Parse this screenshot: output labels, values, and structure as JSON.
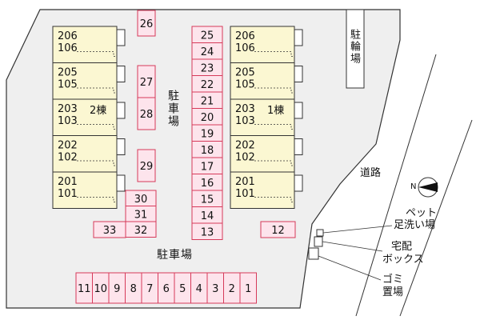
{
  "labels": {
    "parking_center": "駐車場",
    "parking_bottom": "駐車場",
    "bicycle": "駐輪場",
    "road": "道路",
    "pet": "ペット足洗い場",
    "pet_line1": "ペット",
    "pet_line2": "足洗い場",
    "delivery_line1": "宅配",
    "delivery_line2": "ボックス",
    "trash_line1": "ゴミ",
    "trash_line2": "置場",
    "compass_n": "N"
  },
  "buildings": {
    "left": {
      "name": "2棟",
      "rows": [
        [
          "206",
          "106"
        ],
        [
          "205",
          "105"
        ],
        [
          "203",
          "103"
        ],
        [
          "202",
          "102"
        ],
        [
          "201",
          "101"
        ]
      ]
    },
    "right": {
      "name": "1棟",
      "rows": [
        [
          "206",
          "106"
        ],
        [
          "205",
          "105"
        ],
        [
          "203",
          "103"
        ],
        [
          "202",
          "102"
        ],
        [
          "201",
          "101"
        ]
      ]
    }
  },
  "parking_slots": {
    "right_column": [
      "25",
      "24",
      "23",
      "22",
      "21",
      "20",
      "19",
      "18",
      "17",
      "16",
      "15",
      "14",
      "13"
    ],
    "top_left": "26",
    "pair_upper": "27",
    "pair_lower": "28",
    "single": "29",
    "stack": [
      "30",
      "31",
      "32"
    ],
    "left_of_stack": "33",
    "east": "12",
    "bottom_row": [
      "11",
      "10",
      "9",
      "8",
      "7",
      "6",
      "5",
      "4",
      "3",
      "2",
      "1"
    ]
  },
  "colors": {
    "slot_fill": "#fde4ec",
    "slot_stroke": "#d63a5a",
    "unit_fill": "#fbf7d2",
    "lot_fill": "#efefef"
  }
}
